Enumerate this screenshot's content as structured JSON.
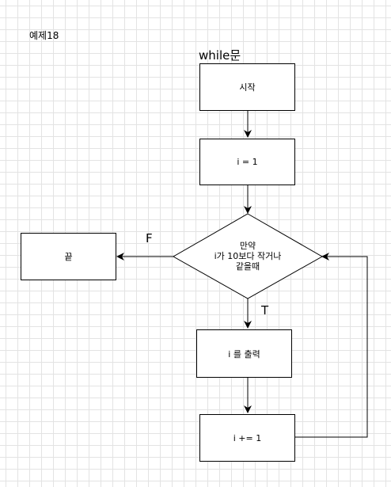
{
  "diagram": {
    "caption": "예제18",
    "loop_label": "while문",
    "nodes": {
      "start": "시작",
      "init": "i = 1",
      "condition": [
        "만약",
        "i가 10보다 작거나",
        "같을때"
      ],
      "output": "i 를 출력",
      "increment": "i += 1",
      "end": "끝"
    },
    "edges": {
      "false_label": "F",
      "true_label": "T"
    }
  }
}
